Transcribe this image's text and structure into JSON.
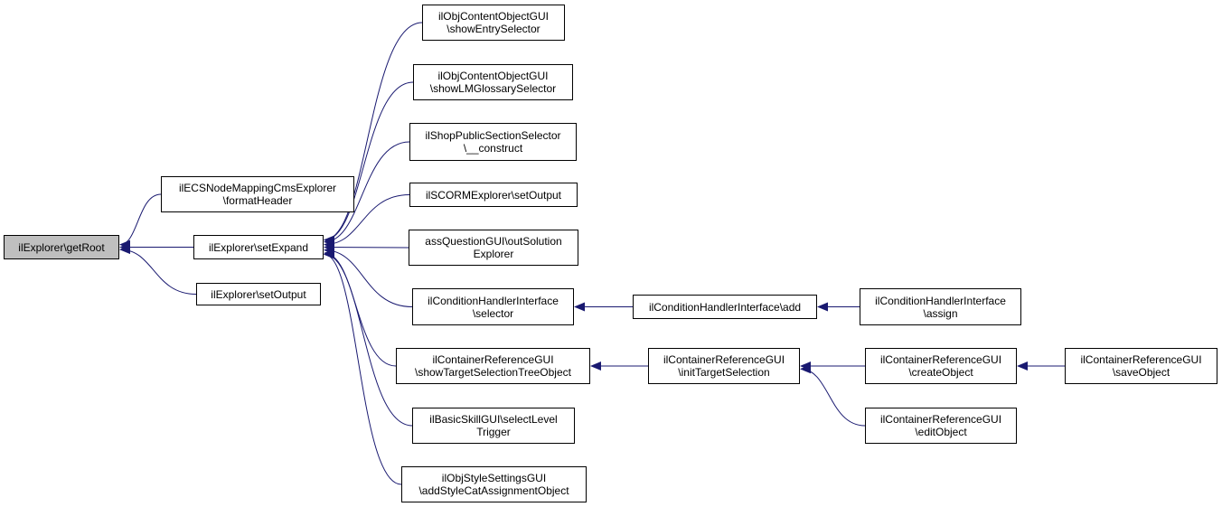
{
  "colors": {
    "edge": "#191970",
    "root_fill": "#bfbfbf",
    "node_fill": "#ffffff",
    "node_border": "#000000"
  },
  "nodes": {
    "getroot": {
      "lines": [
        "ilExplorer\\getRoot"
      ]
    },
    "formatheader": {
      "lines": [
        "ilECSNodeMappingCmsExplorer",
        "\\formatHeader"
      ]
    },
    "setexpand": {
      "lines": [
        "ilExplorer\\setExpand"
      ]
    },
    "setoutput1": {
      "lines": [
        "ilExplorer\\setOutput"
      ]
    },
    "showentry": {
      "lines": [
        "ilObjContentObjectGUI",
        "\\showEntrySelector"
      ]
    },
    "showlmgloss": {
      "lines": [
        "ilObjContentObjectGUI",
        "\\showLMGlossarySelector"
      ]
    },
    "shoppublic": {
      "lines": [
        "ilShopPublicSectionSelector",
        "\\__construct"
      ]
    },
    "scormsetout": {
      "lines": [
        "ilSCORMExplorer\\setOutput"
      ]
    },
    "outsolution": {
      "lines": [
        "assQuestionGUI\\outSolution",
        "Explorer"
      ]
    },
    "condselector": {
      "lines": [
        "ilConditionHandlerInterface",
        "\\selector"
      ]
    },
    "showtarget": {
      "lines": [
        "ilContainerReferenceGUI",
        "\\showTargetSelectionTreeObject"
      ]
    },
    "basicskill": {
      "lines": [
        "ilBasicSkillGUI\\selectLevel",
        "Trigger"
      ]
    },
    "stylesettings": {
      "lines": [
        "ilObjStyleSettingsGUI",
        "\\addStyleCatAssignmentObject"
      ]
    },
    "condadd": {
      "lines": [
        "ilConditionHandlerInterface\\add"
      ]
    },
    "condassign": {
      "lines": [
        "ilConditionHandlerInterface",
        "\\assign"
      ]
    },
    "inittarget": {
      "lines": [
        "ilContainerReferenceGUI",
        "\\initTargetSelection"
      ]
    },
    "createobj": {
      "lines": [
        "ilContainerReferenceGUI",
        "\\createObject"
      ]
    },
    "editobj": {
      "lines": [
        "ilContainerReferenceGUI",
        "\\editObject"
      ]
    },
    "saveobj": {
      "lines": [
        "ilContainerReferenceGUI",
        "\\saveObject"
      ]
    }
  },
  "edges": [
    [
      "formatheader",
      "getroot"
    ],
    [
      "setexpand",
      "getroot"
    ],
    [
      "setoutput1",
      "getroot"
    ],
    [
      "showentry",
      "setexpand"
    ],
    [
      "showlmgloss",
      "setexpand"
    ],
    [
      "shoppublic",
      "setexpand"
    ],
    [
      "scormsetout",
      "setexpand"
    ],
    [
      "outsolution",
      "setexpand"
    ],
    [
      "condselector",
      "setexpand"
    ],
    [
      "showtarget",
      "setexpand"
    ],
    [
      "basicskill",
      "setexpand"
    ],
    [
      "stylesettings",
      "setexpand"
    ],
    [
      "condadd",
      "condselector"
    ],
    [
      "condassign",
      "condadd"
    ],
    [
      "inittarget",
      "showtarget"
    ],
    [
      "createobj",
      "inittarget"
    ],
    [
      "editobj",
      "inittarget"
    ],
    [
      "saveobj",
      "createobj"
    ]
  ]
}
